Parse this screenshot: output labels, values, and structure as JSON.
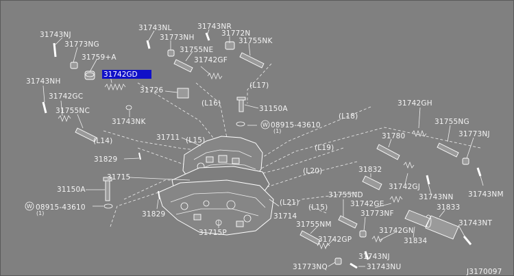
{
  "diagram_id": "J3170097",
  "selected_part": "31742GD",
  "parts": {
    "p31743NJ_a": "31743NJ",
    "p31773NG": "31773NG",
    "p31759A": "31759+A",
    "p31742GD": "31742GD",
    "p31743NL": "31743NL",
    "p31743NR": "31743NR",
    "p31773NH": "31773NH",
    "p31772N": "31772N",
    "p31755NE": "31755NE",
    "p31755NK": "31755NK",
    "p31742GF": "31742GF",
    "p31743NH": "31743NH",
    "p31742GC": "31742GC",
    "p31726": "31726",
    "p31755NC": "31755NC",
    "p31743NK": "31743NK",
    "p31150A_a": "31150A",
    "p08915_a": "08915-43610",
    "p08915_a_qty": "(1)",
    "p31711": "31711",
    "p31742GH": "31742GH",
    "p31755NG": "31755NG",
    "p31773NJ": "31773NJ",
    "p31780": "31780",
    "p31829_a": "31829",
    "p31715": "31715",
    "p31832": "31832",
    "p31742GJ": "31742GJ",
    "p31743NN": "31743NN",
    "p31743NM": "31743NM",
    "p31150A_b": "31150A",
    "p08915_b": "08915-43610",
    "p08915_b_qty": "(1)",
    "p31829_b": "31829",
    "p31755ND": "31755ND",
    "p31742GE": "31742GE",
    "p31833": "31833",
    "p31714": "31714",
    "p31773NF": "31773NF",
    "p31755NM": "31755NM",
    "p31742GN": "31742GN",
    "p31834": "31834",
    "p31743NT": "31743NT",
    "p31715P": "31715P",
    "p31742GP": "31742GP",
    "p31743NJ_b": "31743NJ",
    "p31773NQ": "31773NQ",
    "p31743NU": "31743NU"
  },
  "line_refs": {
    "L14": "(L14)",
    "L15a": "(L15)",
    "L15b": "(L15)",
    "L16": "(L16)",
    "L17": "(L17)",
    "L18": "(L18)",
    "L19": "(L19)",
    "L20": "(L20)",
    "L21": "(L21)"
  },
  "icons": {
    "washer_marker": "W-circle"
  }
}
